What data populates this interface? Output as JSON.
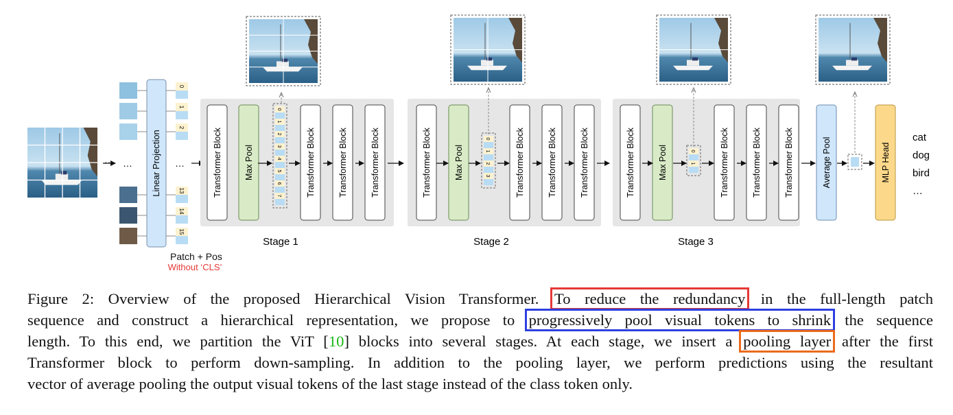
{
  "figure": {
    "block_label": "Transformer Block",
    "maxpool_label": "Max Pool",
    "avgpool_label": "Average Pool",
    "mlp_label": "MLP Head",
    "linear_label": "Linear Projection",
    "patch_pos_label": "Patch + Pos",
    "without_cls_label": "Without ‘CLS’",
    "ellipsis": "…",
    "ellipsis_vertical": "···",
    "stages": [
      "Stage 1",
      "Stage 2",
      "Stage 3"
    ],
    "input_tokens": [
      "0",
      "1",
      "2",
      "13",
      "14",
      "15"
    ],
    "stage1_tokens": [
      "0",
      "1",
      "2",
      "3",
      "4",
      "5",
      "6",
      "7"
    ],
    "stage2_tokens": [
      "0",
      "1",
      "2",
      "3"
    ],
    "stage3_tokens": [
      "0",
      "1"
    ],
    "classes": [
      "cat",
      "dog",
      "bird",
      "…"
    ],
    "colors": {
      "stage_bg": "#e6e6e6",
      "maxpool": "#d8ebc6",
      "avgpool": "#cfe6fb",
      "linear": "#cfe6fb",
      "mlp": "#fcd98a",
      "token_num": "#fdf2cf",
      "token_patch": "#b8dcf4"
    }
  },
  "caption": {
    "l1_a": "Figure 2: Overview of the proposed Hierarchical Vision Transformer.",
    "l1_hl": "To reduce the redundancy",
    "l1_b": "in the full-length patch",
    "l2_a": "sequence and construct a hierarchical representation, we propose to",
    "l2_hl": "progressively pool visual tokens to shrink",
    "l2_b": "the sequence",
    "l3_a": "length.  To this end, we partition the ViT [",
    "l3_cite": "10",
    "l3_b": "] blocks into several stages.  At each stage, we insert a",
    "l3_hl": "pooling layer",
    "l3_c": "after the first",
    "l4": "Transformer block to perform down-sampling.  In addition to the pooling layer, we perform predictions using the resultant",
    "l5": "vector of average pooling the output visual tokens of the last stage instead of the class token only."
  }
}
